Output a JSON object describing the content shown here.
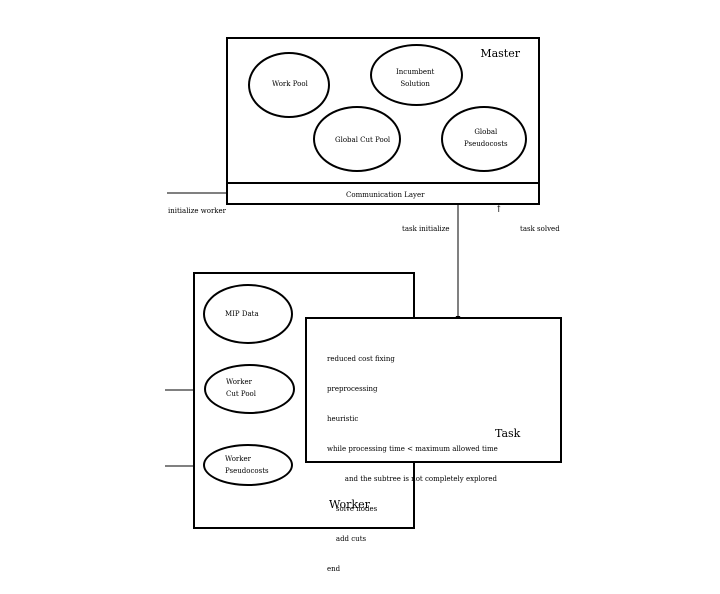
{
  "master": {
    "title": "Master",
    "work_pool": "Work Pool",
    "incumbent": "Incumbent\nSolution",
    "global_cut_pool": "Global Cut Pool",
    "global_pseudocosts": "Global\nPseudocosts",
    "comm_layer": "Communication Layer"
  },
  "messages": {
    "initialize_worker": "initialize worker",
    "task_initialize": "task initialize",
    "task_solved": "task solved"
  },
  "worker": {
    "title": "Worker",
    "mip_data": "MIP Data",
    "worker_cut_pool": "Worker\nCut Pool",
    "worker_pseudocosts": "Worker\nPseudocosts"
  },
  "task": {
    "title": "Task",
    "code_lines": [
      "reduced cost fixing",
      "preprocessing",
      "heuristic",
      "while processing time < maximum allowed time",
      "        and the subtree is not completely explored",
      "    solve nodes",
      "    add cuts",
      "end"
    ]
  }
}
